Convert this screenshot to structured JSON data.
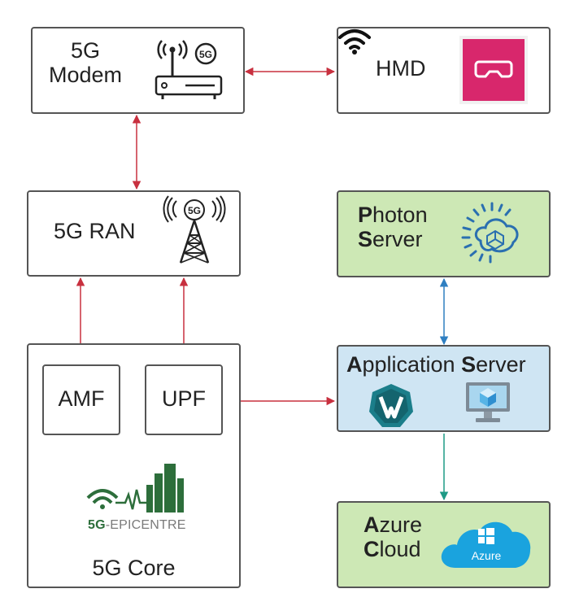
{
  "modem": {
    "line1": "5G",
    "line2": "Modem",
    "badge": "5G"
  },
  "hmd": {
    "label": "HMD"
  },
  "ran": {
    "label": "5G RAN",
    "badge": "5G"
  },
  "core": {
    "label": "5G Core",
    "amf": "AMF",
    "upf": "UPF",
    "logo_strong": "5G",
    "logo_light": "-EPICENTRE"
  },
  "photon": {
    "line1_initial": "P",
    "line1_rest": "hoton",
    "line2_initial": "S",
    "line2_rest": "erver"
  },
  "appserver": {
    "w1_initial": "A",
    "w1_rest": "pplication ",
    "w2_initial": "S",
    "w2_rest": "erver"
  },
  "azure": {
    "line1_initial": "A",
    "line1_rest": "zure",
    "line2_initial": "C",
    "line2_rest": "loud",
    "cloud_text": "Azure"
  },
  "colors": {
    "red_arrow": "#c8303f",
    "blue_arrow": "#2f7fc1",
    "teal_arrow": "#1e9a86",
    "vr_tile": "#d8276c",
    "azure_cloud": "#1aa3de",
    "photon_blue": "#2a6fb0",
    "epicentre_green": "#2d6e3b"
  }
}
